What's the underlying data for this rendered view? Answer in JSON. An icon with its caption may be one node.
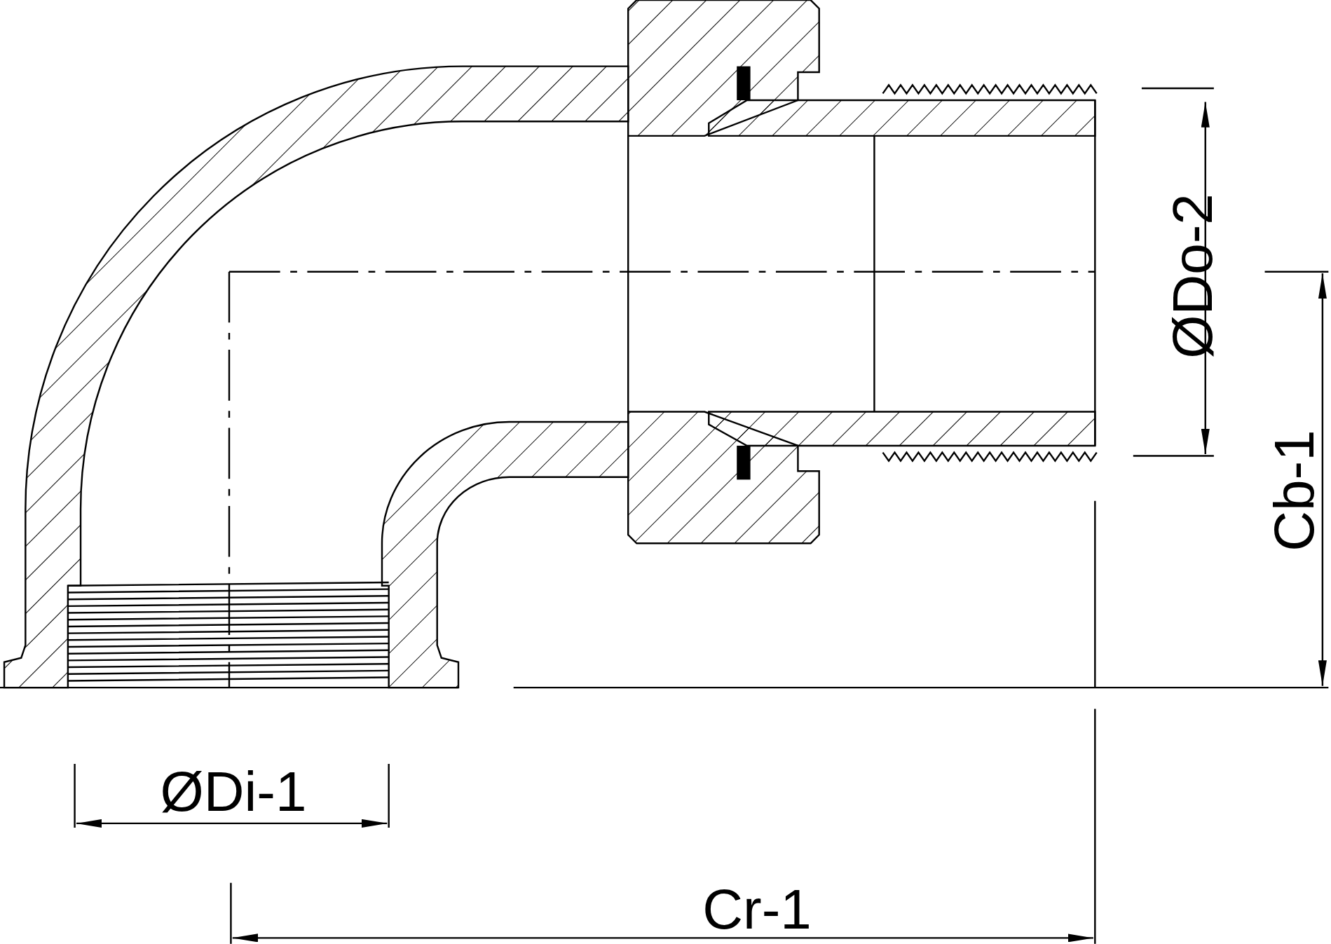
{
  "diagram": {
    "labels": [
      "ØDo-2",
      "Cb-1",
      "ØDi-1",
      "Cr-1"
    ]
  }
}
